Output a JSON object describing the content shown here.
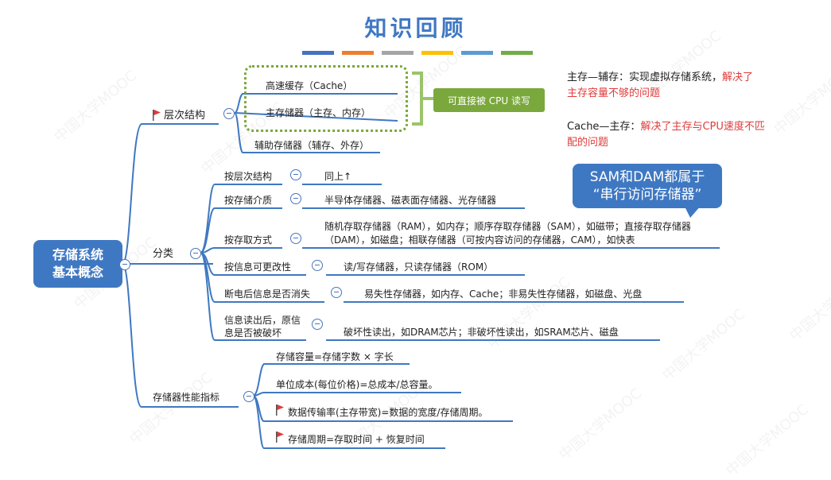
{
  "title": "知识回顾",
  "colors": {
    "accent_blue": "#3f78c2",
    "green": "#7aa83c",
    "red": "#e03b3b",
    "title_bars": [
      "#4472c4",
      "#ed7d31",
      "#a5a5a5",
      "#ffc000",
      "#5b9bd5",
      "#70ad47"
    ]
  },
  "central": {
    "line1": "存储系统",
    "line2": "基本概念"
  },
  "hierarchy": {
    "label": "层次结构",
    "items": [
      "高速缓存（Cache）",
      "主存储器（主存、内存）",
      "辅助存储器（辅存、外存）"
    ],
    "cpu_access_label": "可直接被 CPU 读写"
  },
  "notes": {
    "note1_black": "主存—辅存：实现虚拟存储系统，",
    "note1_red": "解决了主存容量不够的问题",
    "note2_black": "Cache—主存：",
    "note2_red": "解决了主存与CPU速度不匹配的问题"
  },
  "callout": {
    "line1": "SAM和DAM都属于",
    "line2": "“串行访问存储器”"
  },
  "classification": {
    "label": "分类",
    "rows": [
      {
        "label": "按层次结构",
        "detail": "同上↑"
      },
      {
        "label": "按存储介质",
        "detail": "半导体存储器、磁表面存储器、光存储器"
      },
      {
        "label": "按存取方式",
        "detail": "随机存取存储器（RAM），如内存；顺序存取存储器（SAM），如磁带；直接存取存储器（DAM），如磁盘；相联存储器（可按内容访问的存储器，CAM），如快表"
      },
      {
        "label": "按信息可更改性",
        "detail": "读/写存储器，只读存储器（ROM）"
      },
      {
        "label": "断电后信息是否消失",
        "detail": "易失性存储器，如内存、Cache；非易失性存储器，如磁盘、光盘"
      },
      {
        "label": "信息读出后，原信息是否被破坏",
        "detail": "破坏性读出，如DRAM芯片；非破坏性读出，如SRAM芯片、磁盘"
      }
    ]
  },
  "performance": {
    "label": "存储器性能指标",
    "items": [
      {
        "text": "存储容量=存储字数 × 字长",
        "flag": false
      },
      {
        "text": "单位成本(每位价格)=总成本/总容量。",
        "flag": false
      },
      {
        "text": "数据传输率(主存带宽)=数据的宽度/存储周期。",
        "flag": true
      },
      {
        "text": "存储周期=存取时间 + 恢复时间",
        "flag": true
      }
    ]
  },
  "watermark": "中国大学MOOC"
}
